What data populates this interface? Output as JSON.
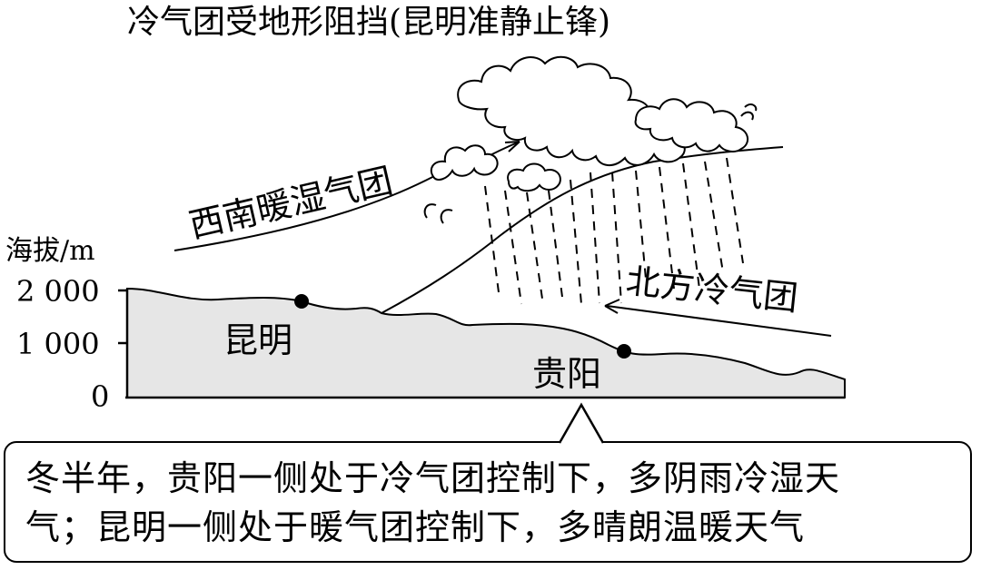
{
  "title": "冷气团受地形阻挡(昆明准静止锋)",
  "labels": {
    "warm_air": "西南暖湿气团",
    "cold_air": "北方冷气团",
    "kunming": "昆明",
    "guiyang": "贵阳"
  },
  "axis": {
    "label": "海拔/m",
    "ticks": [
      "2 000",
      "1 000",
      "0"
    ]
  },
  "callout": {
    "line1": "冬半年，贵阳一侧处于冷气团控制下，多阴雨冷湿天",
    "line2": "气；昆明一侧处于暖气团控制下，多晴朗温暖天气"
  }
}
